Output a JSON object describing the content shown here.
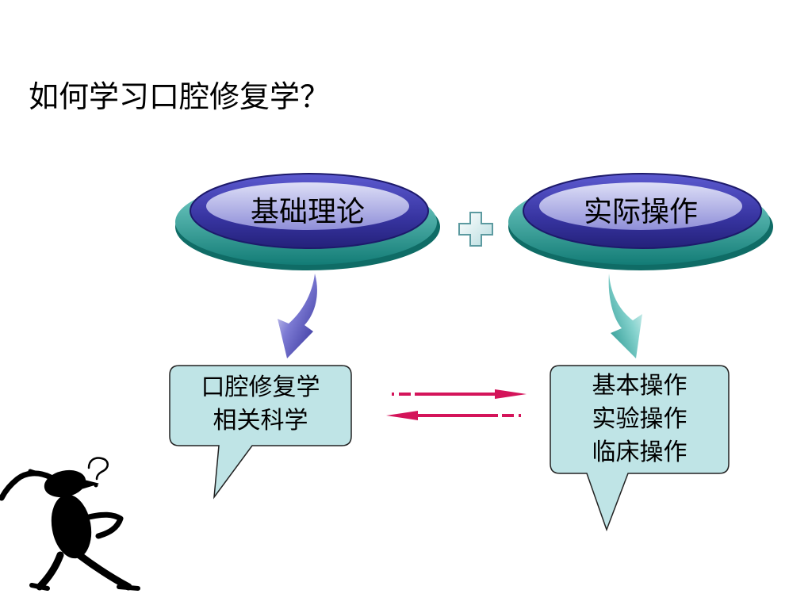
{
  "title": "如何学习口腔修复学？",
  "left_oval": {
    "label": "基础理论"
  },
  "right_oval": {
    "label": "实际操作"
  },
  "plus_symbol": "+",
  "left_callout": {
    "lines": [
      "口腔修复学",
      "相关科学"
    ]
  },
  "right_callout": {
    "lines": [
      "基本操作",
      "实验操作",
      "临床操作"
    ]
  },
  "colors": {
    "oval_face": "#3d3aa0",
    "oval_highlight": "#c9c9ee",
    "oval_base": "#1f9c94",
    "callout_fill": "#bfe4e6",
    "arrow_left": "#3a37a2",
    "arrow_right": "#46b6b0",
    "exchange_arrow": "#d4145a"
  },
  "icons": [
    "thinking-person-icon",
    "question-mark-icon",
    "plus-icon"
  ]
}
